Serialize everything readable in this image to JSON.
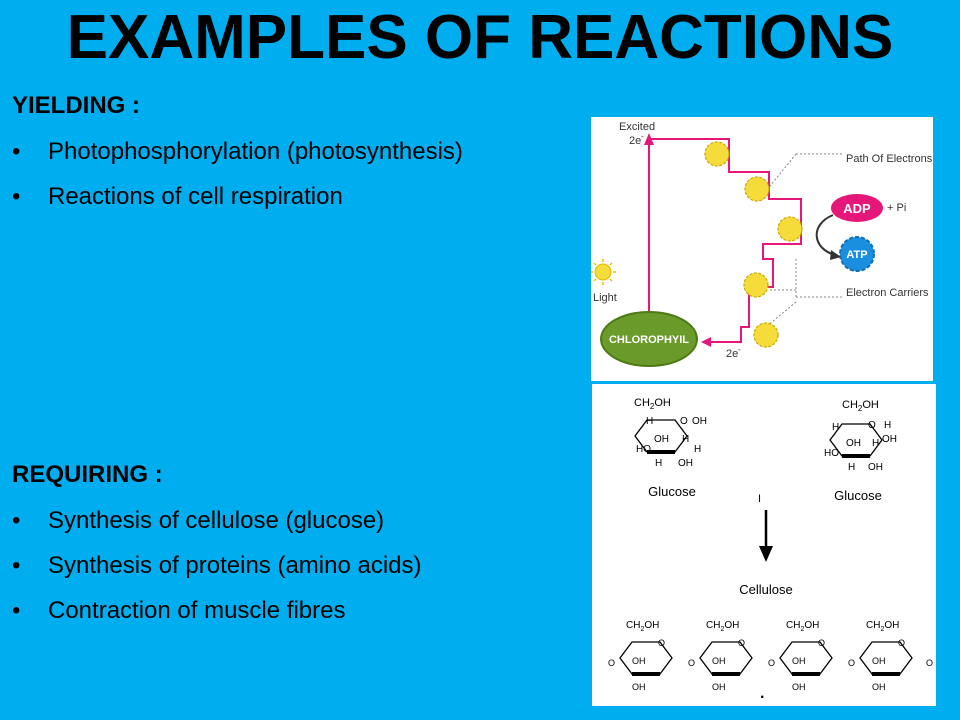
{
  "slide": {
    "title": "EXAMPLES OF REACTIONS",
    "yielding": {
      "heading": "YIELDING :",
      "items": [
        "Photophosphorylation (photosynthesis)",
        "Reactions of cell respiration"
      ]
    },
    "requiring": {
      "heading": "REQUIRING :",
      "items": [
        "Synthesis of cellulose (glucose)",
        "Synthesis of proteins (amino acids)",
        "Contraction of muscle fibres"
      ]
    },
    "bullet_char": "•"
  },
  "photo_diagram": {
    "excited": "Excited",
    "excited_e": "2e",
    "path_of_electrons": "Path Of Electrons",
    "adp": "ADP",
    "pi": "+ Pi",
    "atp": "ATP",
    "light": "Light",
    "electron_carriers": "Electron Carriers",
    "chlorophyll": "CHLOROPHYIL",
    "return_e": "2e",
    "minus": "-"
  },
  "cellulose_diagram": {
    "glucose_left": "Glucose",
    "glucose_right": "Glucose",
    "cellulose": "Cellulose",
    "ch2oh": "CH",
    "ch2oh_sub": "2",
    "ch2oh_tail": "OH",
    "roman_one": "I",
    "dot": "."
  },
  "colors": {
    "background": "#00aeef",
    "path": "#e6177a",
    "adp": "#e6177a",
    "atp": "#1a8fe0",
    "chlorophyll": "#6a9a2a",
    "carrier": "#f5dc3a"
  }
}
